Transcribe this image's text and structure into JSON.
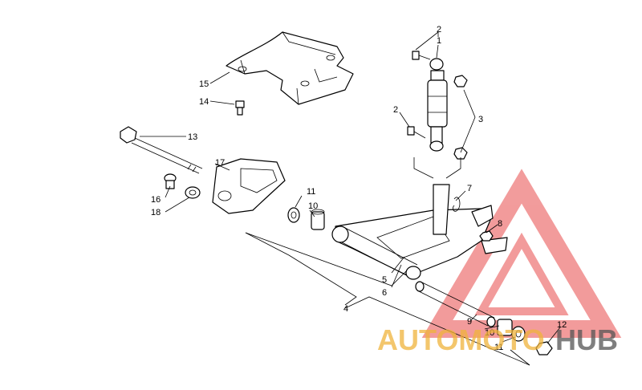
{
  "diagram": {
    "callouts": {
      "c1": "1",
      "c2a": "2",
      "c2b": "2",
      "c3": "3",
      "c4": "4",
      "c5": "5",
      "c6": "6",
      "c7": "7",
      "c8": "8",
      "c9": "9",
      "c10a": "10",
      "c10b": "10",
      "c11a": "11",
      "c11b": "11",
      "c12": "12",
      "c13": "13",
      "c14": "14",
      "c15": "15",
      "c16": "16",
      "c17": "17",
      "c18": "18"
    }
  },
  "watermark": {
    "part1": "AUTOMOTO",
    "part2": "HUB",
    "color_primary": "#f0b43c",
    "color_secondary": "#555555",
    "color_logo": "#e84a4a"
  }
}
